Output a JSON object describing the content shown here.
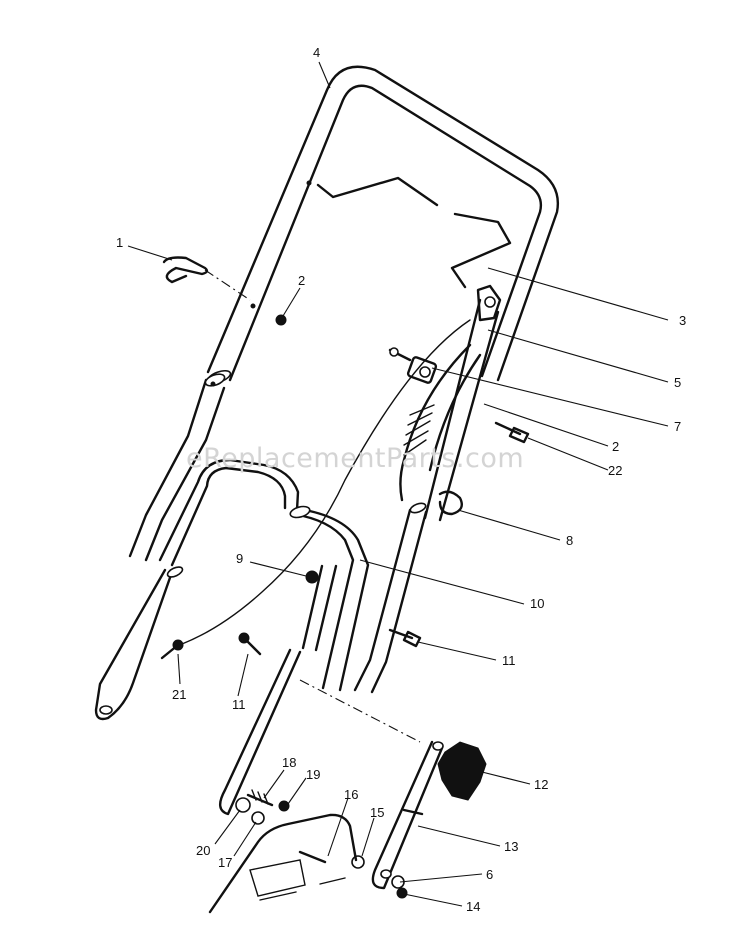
{
  "watermark": "eReplacementParts.com",
  "callouts": [
    {
      "id": "c4",
      "label": "4"
    },
    {
      "id": "c1",
      "label": "1"
    },
    {
      "id": "c2a",
      "label": "2"
    },
    {
      "id": "c3",
      "label": "3"
    },
    {
      "id": "c5",
      "label": "5"
    },
    {
      "id": "c7",
      "label": "7"
    },
    {
      "id": "c2b",
      "label": "2"
    },
    {
      "id": "c22",
      "label": "22"
    },
    {
      "id": "c8",
      "label": "8"
    },
    {
      "id": "c9",
      "label": "9"
    },
    {
      "id": "c10",
      "label": "10"
    },
    {
      "id": "c11a",
      "label": "11"
    },
    {
      "id": "c11b",
      "label": "11"
    },
    {
      "id": "c21",
      "label": "21"
    },
    {
      "id": "c12",
      "label": "12"
    },
    {
      "id": "c13",
      "label": "13"
    },
    {
      "id": "c18",
      "label": "18"
    },
    {
      "id": "c19",
      "label": "19"
    },
    {
      "id": "c16",
      "label": "16"
    },
    {
      "id": "c15",
      "label": "15"
    },
    {
      "id": "c6",
      "label": "6"
    },
    {
      "id": "c20",
      "label": "20"
    },
    {
      "id": "c17",
      "label": "17"
    },
    {
      "id": "c14",
      "label": "14"
    }
  ]
}
